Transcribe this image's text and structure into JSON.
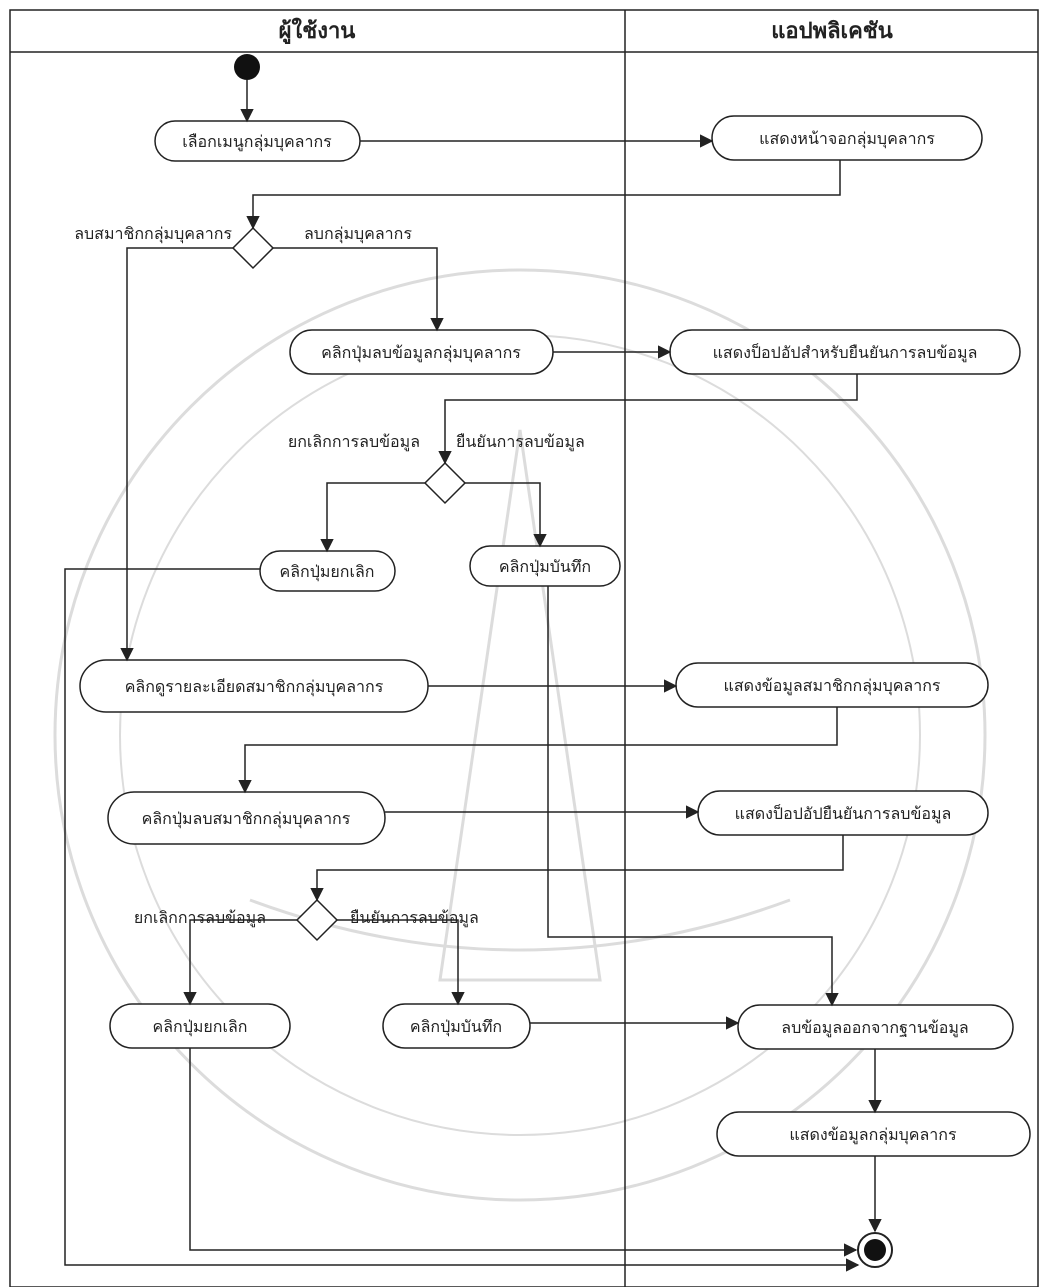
{
  "lanes": {
    "user": "ผู้ใช้งาน",
    "application": "แอปพลิเคชัน"
  },
  "actions": {
    "select_menu": "เลือกเมนูกลุ่มบุคลากร",
    "show_group_screen": "แสดงหน้าจอกลุ่มบุคลากร",
    "click_delete_group_data": "คลิกปุ่มลบข้อมูลกลุ่มบุคลากร",
    "show_confirm_popup": "แสดงป็อปอัปสำหรับยืนยันการลบข้อมูล",
    "click_cancel_1": "คลิกปุ่มยกเลิก",
    "click_save_1": "คลิกปุ่มบันทึก",
    "click_view_member_details": "คลิกดูรายละเอียดสมาชิกกลุ่มบุคลากร",
    "show_member_data": "แสดงข้อมูลสมาชิกกลุ่มบุคลากร",
    "click_delete_member": "คลิกปุ่มลบสมาชิกกลุ่มบุคลากร",
    "show_confirm_delete_popup": "แสดงป็อปอัปยืนยันการลบข้อมูล",
    "click_cancel_2": "คลิกปุ่มยกเลิก",
    "click_save_2": "คลิกปุ่มบันทึก",
    "delete_from_db": "ลบข้อมูลออกจากฐานข้อมูล",
    "show_group_data": "แสดงข้อมูลกลุ่มบุคลากร"
  },
  "guards": {
    "delete_member": "ลบสมาชิกกลุ่มบุคลากร",
    "delete_group": "ลบกลุ่มบุคลากร",
    "cancel_delete_1": "ยกเลิกการลบข้อมูล",
    "confirm_delete_1": "ยืนยันการลบข้อมูล",
    "cancel_delete_2": "ยกเลิกการลบข้อมูล",
    "confirm_delete_2": "ยืนยันการลบข้อมูล"
  },
  "colors": {
    "line": "#222222",
    "watermark": "#d9d9d9"
  }
}
